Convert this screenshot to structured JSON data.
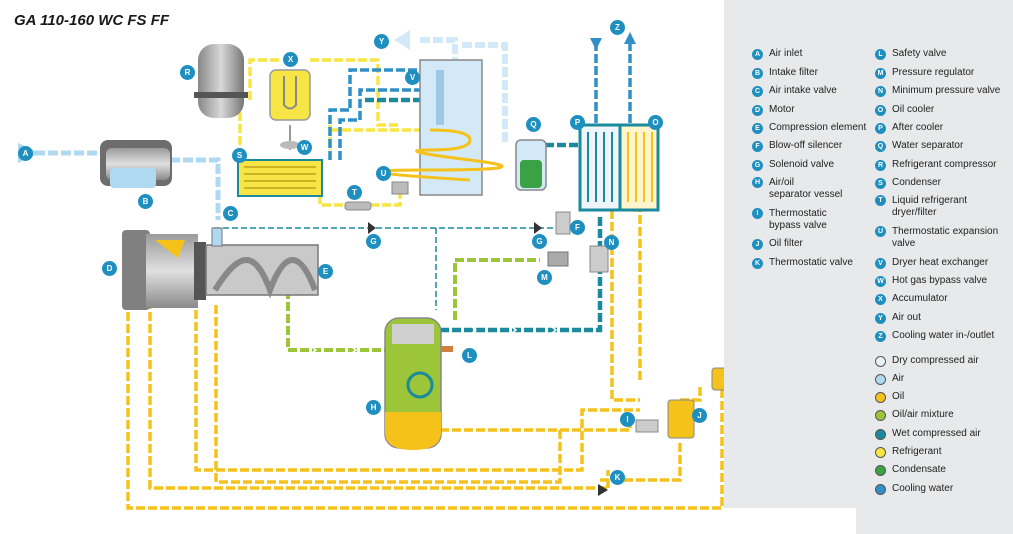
{
  "title": "GA 110-160 WC FS FF",
  "colors": {
    "air": "#aed9f0",
    "dry_air": "#e7f3fb",
    "oil": "#f4c21a",
    "oil_air": "#9cc53a",
    "wet_air": "#1a8a9c",
    "refrigerant": "#f7e545",
    "condensate": "#3aa245",
    "cooling_water": "#2f8fc6",
    "badge": "#1f8fbf"
  },
  "legend_components": [
    {
      "letter": "A",
      "label": "Air inlet"
    },
    {
      "letter": "B",
      "label": "Intake filter"
    },
    {
      "letter": "C",
      "label": "Air intake valve"
    },
    {
      "letter": "D",
      "label": "Motor"
    },
    {
      "letter": "E",
      "label": "Compression element"
    },
    {
      "letter": "F",
      "label": "Blow-off silencer"
    },
    {
      "letter": "G",
      "label": "Solenoid valve"
    },
    {
      "letter": "H",
      "label": "Air/oil\nseparator vessel"
    },
    {
      "letter": "I",
      "label": "Thermostatic\nbypass valve"
    },
    {
      "letter": "J",
      "label": "Oil filter"
    },
    {
      "letter": "K",
      "label": "Thermostatic valve"
    },
    {
      "letter": "L",
      "label": "Safety valve"
    },
    {
      "letter": "M",
      "label": "Pressure regulator"
    },
    {
      "letter": "N",
      "label": "Minimum pressure valve"
    },
    {
      "letter": "O",
      "label": "Oil cooler"
    },
    {
      "letter": "P",
      "label": "After cooler"
    },
    {
      "letter": "Q",
      "label": "Water separator"
    },
    {
      "letter": "R",
      "label": "Refrigerant compressor"
    },
    {
      "letter": "S",
      "label": "Condenser"
    },
    {
      "letter": "T",
      "label": "Liquid refrigerant\ndryer/filter"
    },
    {
      "letter": "U",
      "label": "Thermostatic expansion\nvalve"
    },
    {
      "letter": "V",
      "label": "Dryer heat exchanger"
    },
    {
      "letter": "W",
      "label": "Hot gas bypass valve"
    },
    {
      "letter": "X",
      "label": "Accumulator"
    },
    {
      "letter": "Y",
      "label": "Air out"
    },
    {
      "letter": "Z",
      "label": "Cooling water in-/outlet"
    }
  ],
  "legend_media": [
    {
      "label": "Dry compressed air",
      "color": "#e7f3fb"
    },
    {
      "label": "Air",
      "color": "#aed9f0"
    },
    {
      "label": "Oil",
      "color": "#f4c21a"
    },
    {
      "label": "Oil/air mixture",
      "color": "#9cc53a"
    },
    {
      "label": "Wet compressed air",
      "color": "#1a8a9c"
    },
    {
      "label": "Refrigerant",
      "color": "#f7e545"
    },
    {
      "label": "Condensate",
      "color": "#3aa245"
    },
    {
      "label": "Cooling water",
      "color": "#2f8fc6"
    }
  ]
}
